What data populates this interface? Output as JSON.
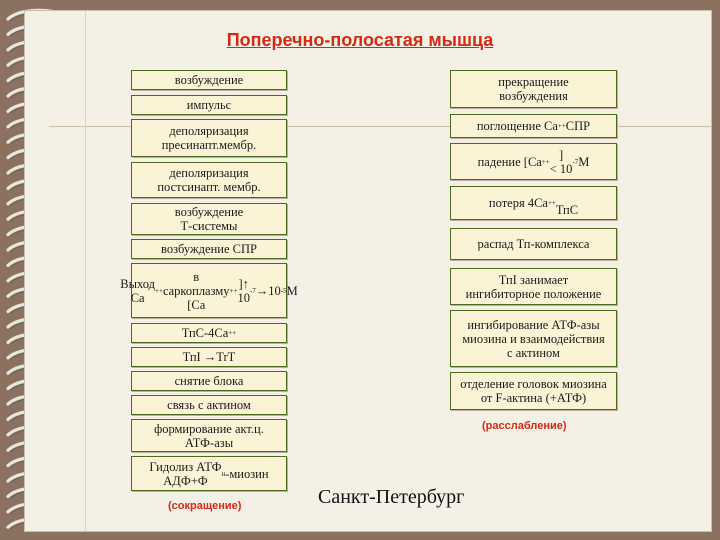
{
  "title": "Поперечно-полосатая мышца",
  "left_column": [
    "возбуждение",
    "импульс",
    "деполяризация\nпресинапт.мембр.",
    "деполяризация\nпостсинапт. мембр.",
    "возбуждение\nТ-системы",
    "возбуждение СПР",
    "Выход Ca++ в\nсаркоплазму [Ca++]↑\n10-7 →10-5 М",
    "ТпС-4Са++",
    "ТпI →TrT",
    "снятие блока",
    "связь с актином",
    "формирование акт.ц.\nАТФ-азы",
    "Гидолиз АТФ\nАДФ+Фн-миозин"
  ],
  "right_column": [
    "прекращение\nвозбуждения",
    "поглощение Ca++ СПР",
    "падение [Ca++]\n< 10-7М",
    "потеря 4Са++\nТпС",
    "распад Тп-комплекса",
    "ТпI занимает\nингибиторное положение",
    "ингибирование АТФ-азы\nмиозина и взаимодействия\nс актином",
    "отделение головок миозина\nот F-актина (+АТФ)"
  ],
  "left_caption": "(сокращение)",
  "right_caption": "(расслабление)",
  "footer": "Санкт-Петербург",
  "colors": {
    "title": "#d42a12",
    "box_border": "#4d6b1c",
    "box_fill": "#fbf3d5"
  }
}
